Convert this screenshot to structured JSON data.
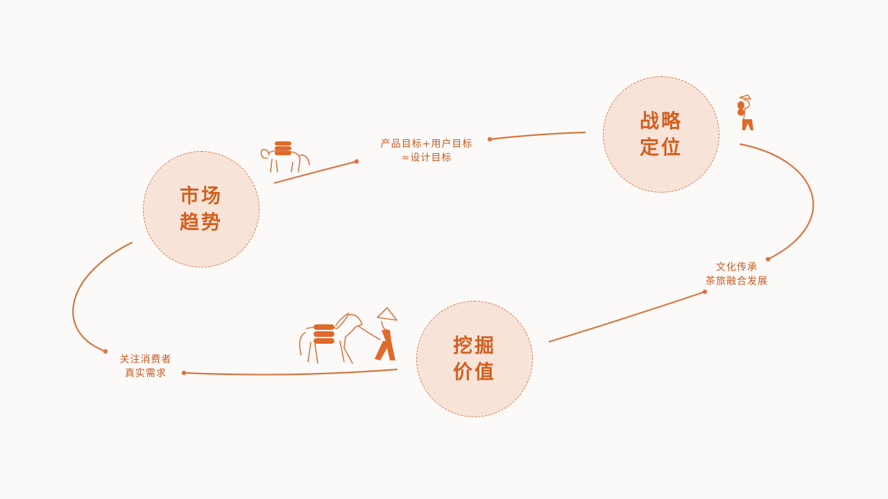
{
  "colors": {
    "accent": "#d9743f",
    "text": "#d2601f",
    "fill": "#f8e3d9",
    "background": "#fbfaf8"
  },
  "nodes": {
    "market": {
      "title": "市场\n趋势"
    },
    "strategy": {
      "title": "战略\n定位"
    },
    "value": {
      "title": "挖掘\n价值"
    }
  },
  "notes": {
    "goals": "产品目标+用户目标\n=设计目标",
    "culture": "文化传承\n茶旅融合发展",
    "consumer": "关注消费者\n真实需求"
  },
  "icons": [
    "pack-horse-icon",
    "walking-woman-icon",
    "man-leading-horse-icon"
  ]
}
